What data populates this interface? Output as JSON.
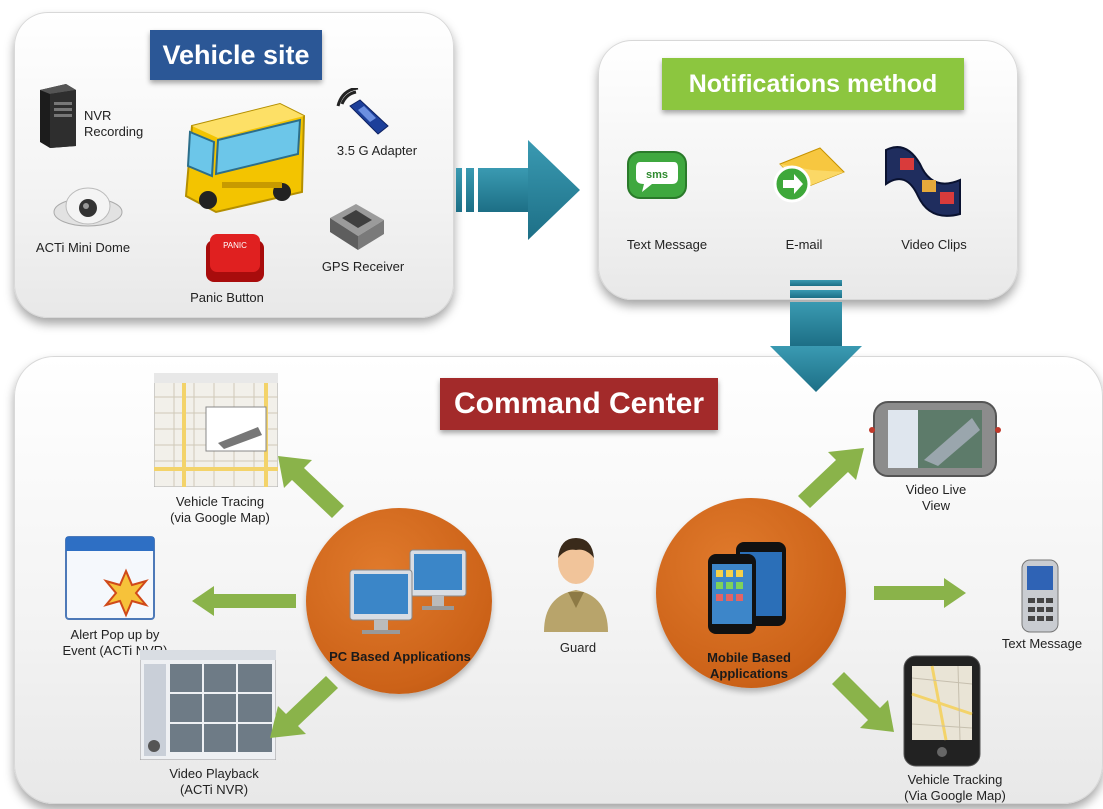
{
  "vehicle_site": {
    "title": "Vehicle site",
    "nvr": "NVR\nRecording",
    "adapter": "3.5 G Adapter",
    "dome": "ACTi Mini Dome",
    "gps": "GPS Receiver",
    "panic": "Panic Button",
    "panic_key_text": "PANIC"
  },
  "notifications": {
    "title": "Notifications method",
    "sms": "Text Message",
    "sms_icon_text": "sms",
    "email": "E-mail",
    "video": "Video Clips"
  },
  "command_center": {
    "title": "Command Center",
    "pc_apps": "PC Based Applications",
    "mobile_apps": "Mobile Based\nApplications",
    "guard": "Guard",
    "vehicle_tracing": "Vehicle Tracing\n(via Google  Map)",
    "alert_popup": "Alert Pop up by\nEvent (ACTi NVR)",
    "video_playback": "Video Playback\n(ACTi NVR)",
    "video_live": "Video Live\nView",
    "text_message": "Text Message",
    "vehicle_tracking": "Vehicle Tracking\n(Via Google Map)"
  },
  "colors": {
    "vehicle_title_bg": "#2b5796",
    "notifications_title_bg": "#8cc63f",
    "command_title_bg": "#a32a2a",
    "flow_arrow": "#2a8298",
    "app_circle": "#d36b1f",
    "branch_arrow": "#8ab34a"
  }
}
